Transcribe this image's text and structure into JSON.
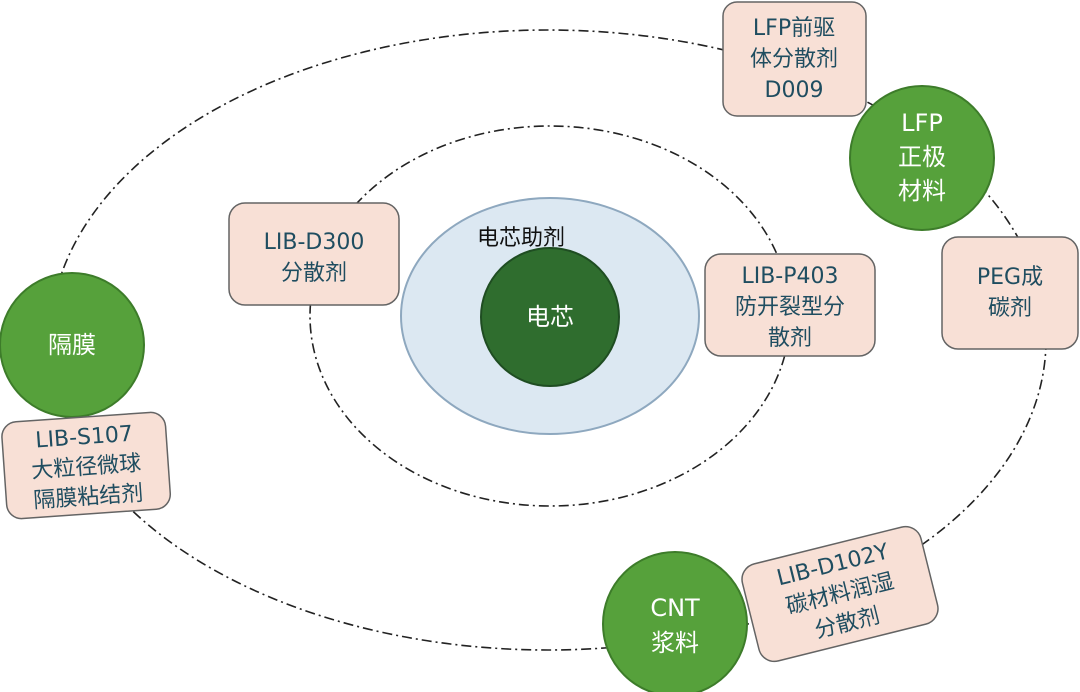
{
  "diagram": {
    "colors": {
      "background": "#ffffff",
      "orbit_line": "#222222",
      "light_blue_fill": "#dce8f2",
      "light_blue_border": "#8ea8bf",
      "green_fill": "#56a13b",
      "green_border": "#3d7c2a",
      "dark_green_fill": "#2f6d2e",
      "dark_green_border": "#1f4d22",
      "box_fill": "#f8e0d6",
      "box_border": "#646464",
      "box_text": "#1f4d60"
    },
    "center": {
      "outer_label": "电芯助剂",
      "inner_label": "电芯"
    },
    "circles": {
      "separator": "隔膜",
      "lfp": [
        "LFP",
        "正极",
        "材料"
      ],
      "cnt": [
        "CNT",
        "浆料"
      ]
    },
    "boxes": {
      "lib_d300": [
        "LIB-D300",
        "分散剂"
      ],
      "lfp_precursor": [
        "LFP前驱",
        "体分散剂",
        "D009"
      ],
      "lib_p403": [
        "LIB-P403",
        "防开裂型分",
        "散剂"
      ],
      "peg": [
        "PEG成",
        "碳剂"
      ],
      "lib_s107": [
        "LIB-S107",
        "大粒径微球",
        "隔膜粘结剂"
      ],
      "lib_d102y": [
        "LIB-D102Y",
        "碳材料润湿",
        "分散剂"
      ]
    }
  }
}
